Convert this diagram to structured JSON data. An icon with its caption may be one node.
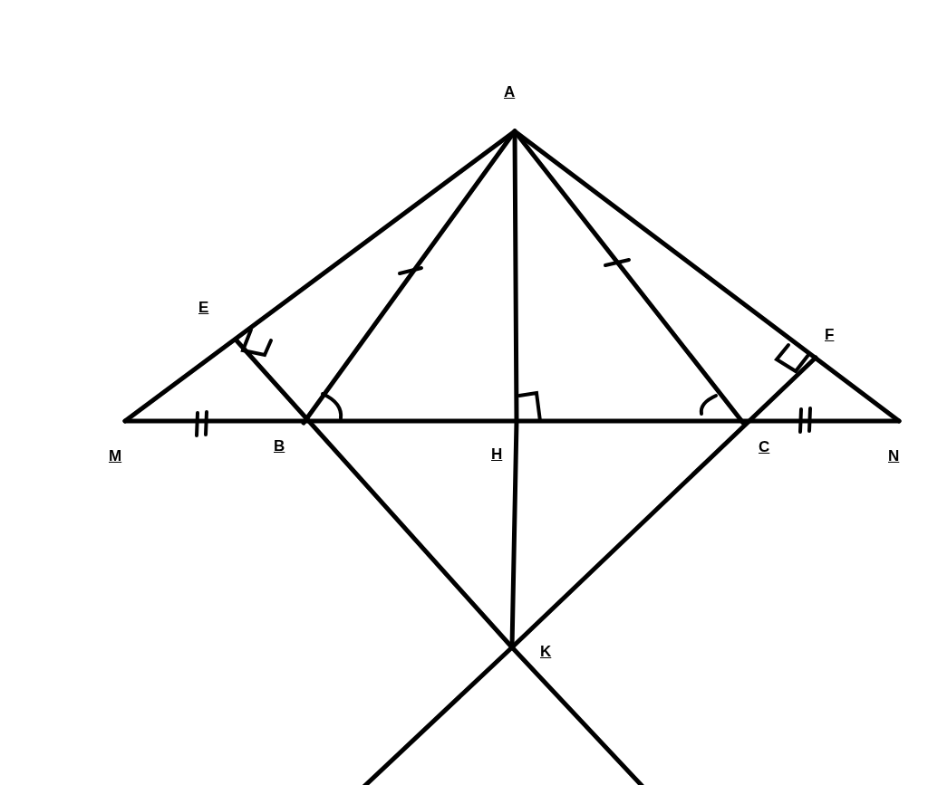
{
  "diagram": {
    "labels": [
      "A",
      "E",
      "F",
      "M",
      "B",
      "H",
      "C",
      "N",
      "K"
    ]
  }
}
